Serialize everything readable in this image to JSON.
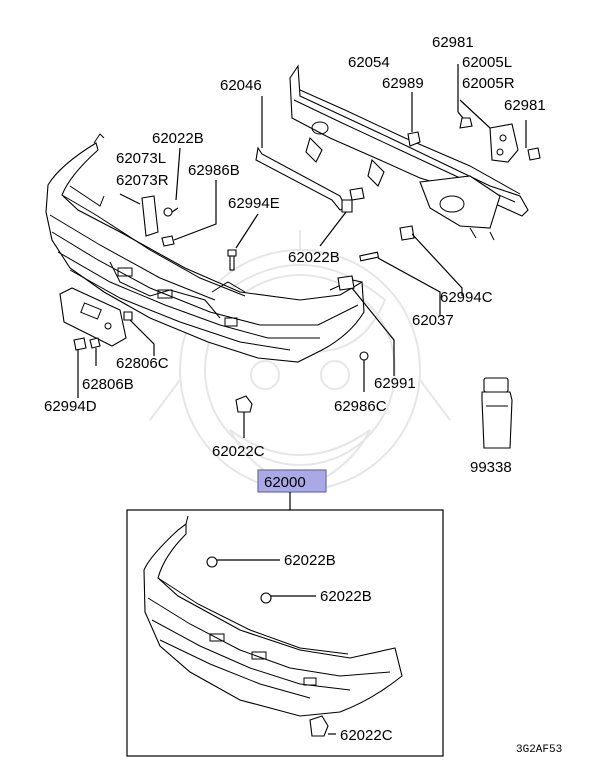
{
  "callouts": {
    "p62981_top": "62981",
    "p62054": "62054",
    "p62005L": "62005L",
    "p62046": "62046",
    "p62989": "62989",
    "p62005R": "62005R",
    "p62981_right": "62981",
    "p62022B_left": "62022B",
    "p62073L": "62073L",
    "p62986B": "62986B",
    "p62073R": "62073R",
    "p62994E": "62994E",
    "p62022B_mid": "62022B",
    "p62994C": "62994C",
    "p62037": "62037",
    "p62806C": "62806C",
    "p62806B": "62806B",
    "p62994D": "62994D",
    "p62991": "62991",
    "p62986C": "62986C",
    "p62022C_top": "62022C",
    "p99338": "99338",
    "p62000": "62000",
    "p62022B_box1": "62022B",
    "p62022B_box2": "62022B",
    "p62022C_box": "62022C"
  },
  "diagram_code": "3G2AF53",
  "colors": {
    "highlight_fill": "#a9a9e6",
    "highlight_stroke": "#6a6ab8",
    "line": "#000000",
    "watermark": "#e6e6e6"
  }
}
